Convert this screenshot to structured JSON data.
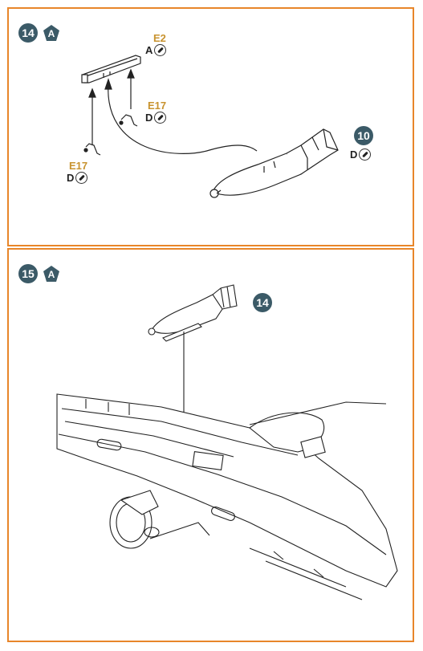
{
  "step14": {
    "number": "14",
    "variant": "A",
    "callouts": [
      {
        "part": "E2",
        "sprue": "A"
      },
      {
        "part": "E17",
        "sprue": "D"
      },
      {
        "part": "E17",
        "sprue": "D"
      }
    ],
    "ref_step": "10",
    "ref_sprue": "D"
  },
  "step15": {
    "number": "15",
    "variant": "A",
    "ref_step": "14"
  },
  "colors": {
    "border": "#e8862a",
    "badge": "#3b5a67",
    "part_number": "#c8932f"
  }
}
